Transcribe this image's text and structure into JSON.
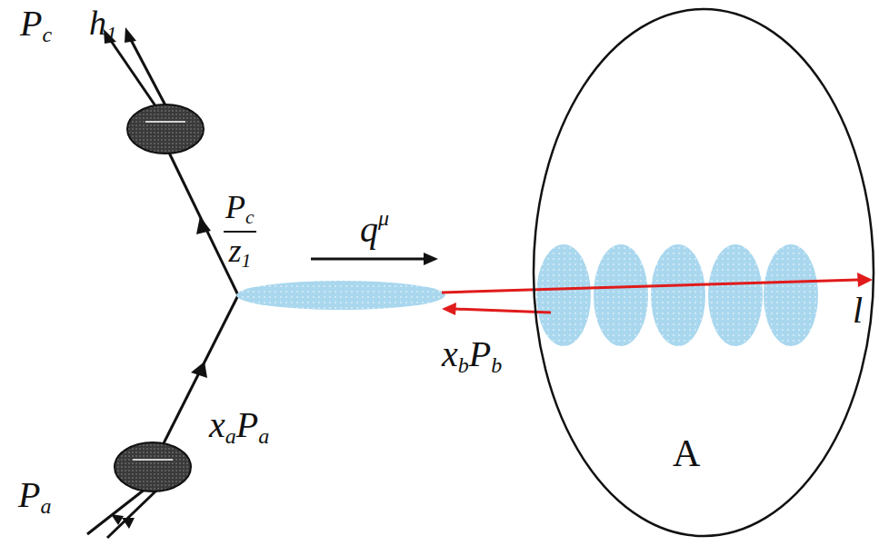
{
  "diagram": {
    "nodes": [
      {
        "text": [
          "A"
        ]
      }
    ],
    "labels": [
      "Pc",
      "h1",
      "Pc z1",
      "qμ",
      "xaPa",
      "Pa",
      "xbPb",
      "l"
    ]
  }
}
